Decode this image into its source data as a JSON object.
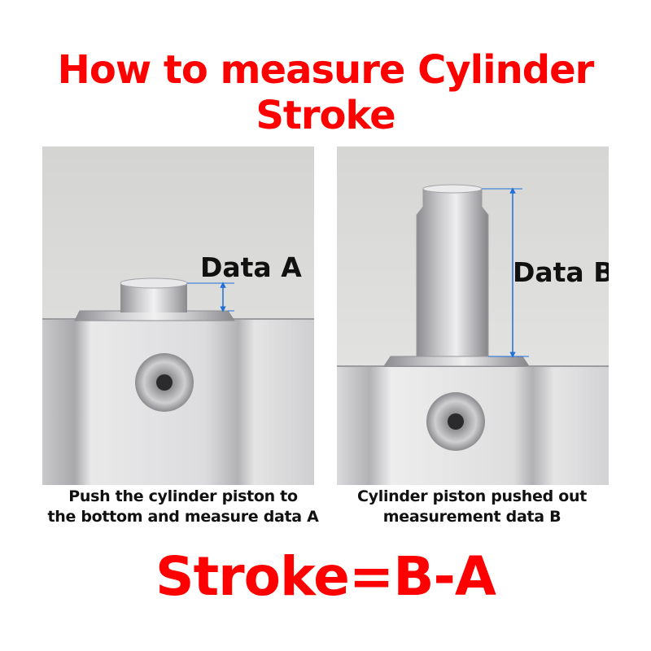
{
  "title": "How to measure Cylinder Stroke",
  "panel_a": {
    "label": "Data A",
    "caption_lines": [
      "Push the cylinder piston to",
      "the bottom and measure data A"
    ]
  },
  "panel_b": {
    "label": "Data B",
    "caption_lines": [
      "Cylinder piston pushed out",
      "measurement data B"
    ]
  },
  "formula": "Stroke=B-A",
  "colors": {
    "title": "#ff0000",
    "formula": "#ff0000",
    "dimension": "#1f6fd6"
  }
}
